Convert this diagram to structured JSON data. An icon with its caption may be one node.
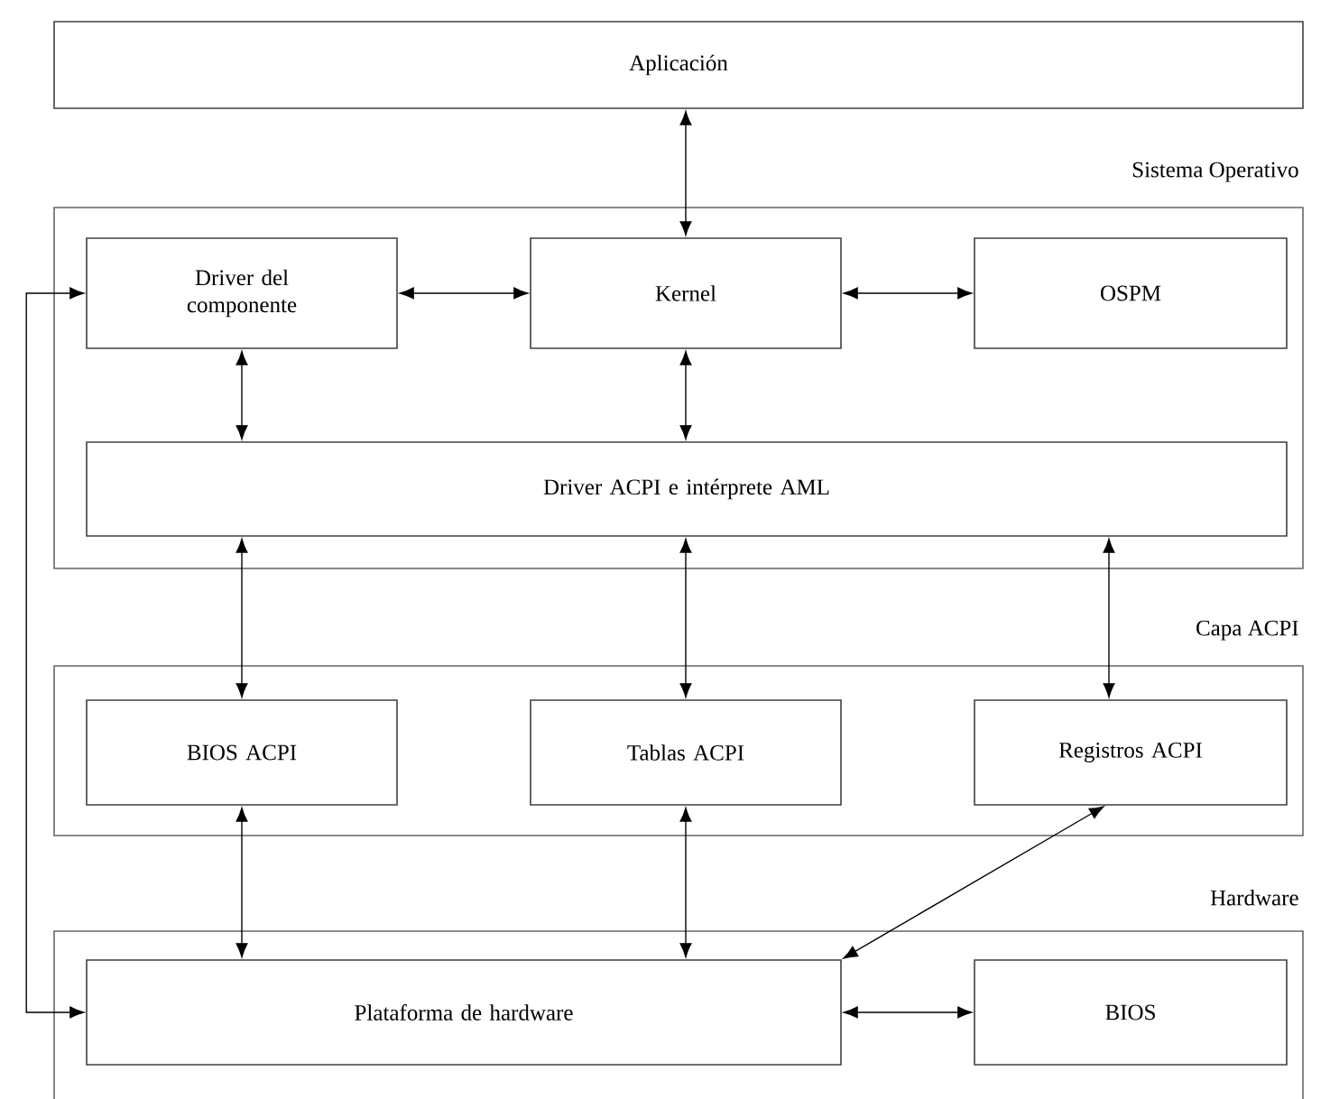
{
  "diagram": {
    "nodes": [
      {
        "text": [
          "Aplicación"
        ]
      },
      {
        "text": [
          "Sistema Operativo"
        ]
      },
      {
        "text": [
          "Driver del componente"
        ],
        "in": 1
      },
      {
        "text": [
          "Kernel"
        ],
        "in": 1
      },
      {
        "text": [
          "OSPM"
        ],
        "in": 1
      },
      {
        "text": [
          "Driver ACPI e intérprete AML"
        ],
        "in": 1
      },
      {
        "text": [
          "Capa ACPI"
        ]
      },
      {
        "text": [
          "BIOS ACPI"
        ],
        "in": 6
      },
      {
        "text": [
          "Tablas ACPI"
        ],
        "in": 6
      },
      {
        "text": [
          "Registros ACPI"
        ],
        "in": 6
      },
      {
        "text": [
          "Hardware"
        ]
      },
      {
        "text": [
          "Plataforma de hardware"
        ],
        "in": 10
      },
      {
        "text": [
          "BIOS"
        ],
        "in": 10
      }
    ],
    "edges": [
      {
        "from": 0,
        "to": 3,
        "arrow": "both"
      },
      {
        "from": 2,
        "to": 3,
        "arrow": "both"
      },
      {
        "from": 3,
        "to": 4,
        "arrow": "both"
      },
      {
        "from": 2,
        "to": 5,
        "arrow": "both"
      },
      {
        "from": 3,
        "to": 5,
        "arrow": "both"
      },
      {
        "from": 5,
        "to": 7,
        "arrow": "both"
      },
      {
        "from": 5,
        "to": 8,
        "arrow": "both"
      },
      {
        "from": 5,
        "to": 9,
        "arrow": "both"
      },
      {
        "from": 7,
        "to": 11,
        "arrow": "both"
      },
      {
        "from": 8,
        "to": 11,
        "arrow": "both"
      },
      {
        "from": 9,
        "to": 11,
        "arrow": "both"
      },
      {
        "from": 11,
        "to": 12,
        "arrow": "both"
      },
      {
        "from": 2,
        "to": 11,
        "arrow": "both"
      }
    ]
  }
}
